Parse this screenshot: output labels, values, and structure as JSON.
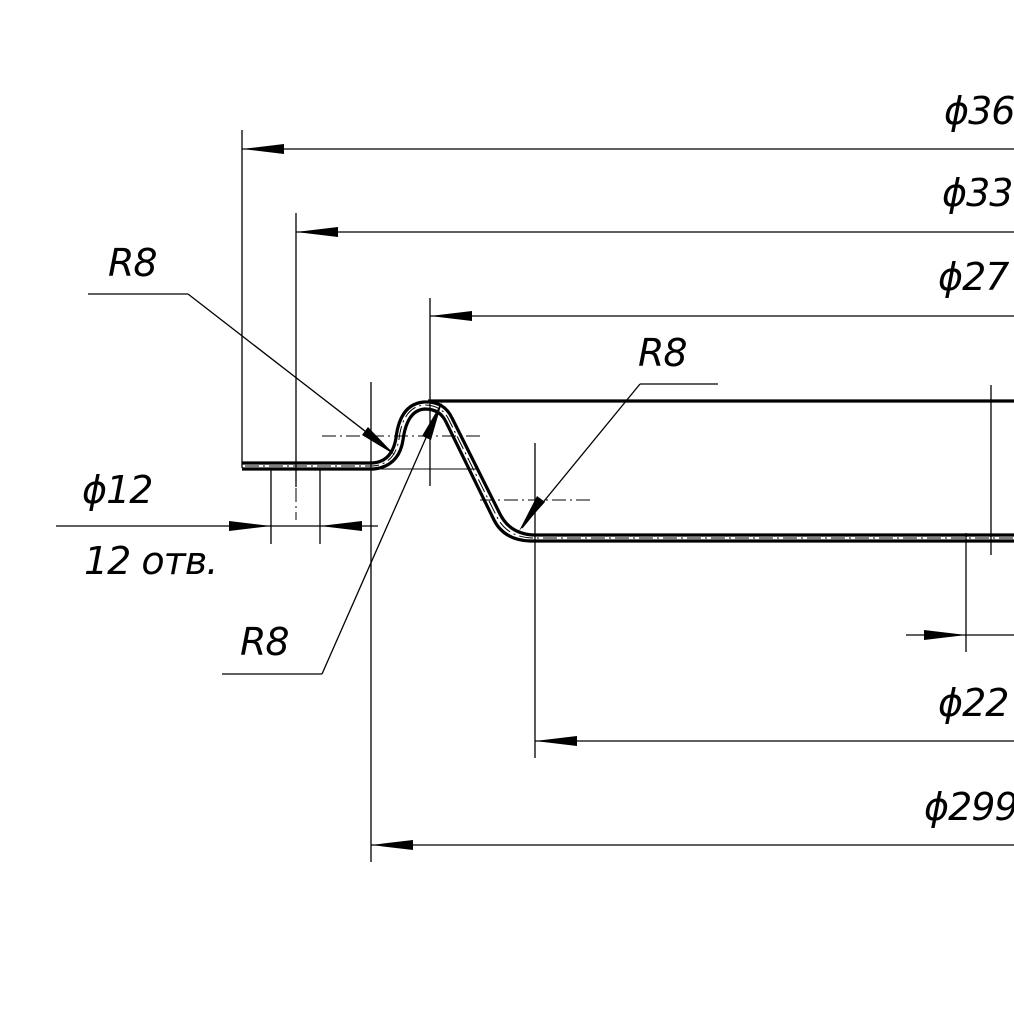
{
  "labels": {
    "dia_36": "ϕ36",
    "dia_33": "ϕ33",
    "dia_27": "ϕ27",
    "radius_top_left": "R8",
    "radius_middle": "R8",
    "radius_bottom": "R8",
    "hole_dia": "ϕ12",
    "hole_count": "12 отв.",
    "dia_22": "ϕ22",
    "dia_299": "ϕ299"
  }
}
